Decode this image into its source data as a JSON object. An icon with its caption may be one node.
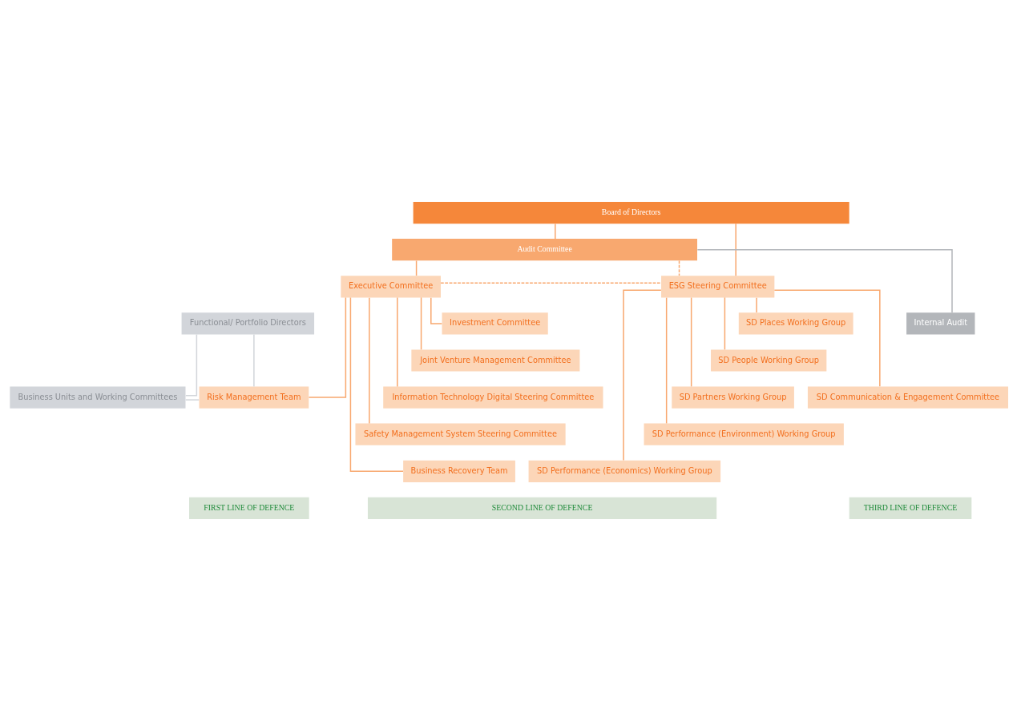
{
  "diagram": {
    "nodes": [
      {
        "text": [
          "Board of Directors"
        ]
      },
      {
        "text": [
          "Audit Committee"
        ]
      },
      {
        "text": [
          "Executive Committee"
        ]
      },
      {
        "text": [
          "ESG Steering Committee"
        ]
      },
      {
        "text": [
          "Functional/ Portfolio Directors"
        ]
      },
      {
        "text": [
          "Business Units and Working Committees"
        ]
      },
      {
        "text": [
          "Risk Management Team"
        ]
      },
      {
        "text": [
          "Investment Committee"
        ]
      },
      {
        "text": [
          "Joint Venture Management Committee"
        ]
      },
      {
        "text": [
          "Information Technology Digital Steering Committee"
        ]
      },
      {
        "text": [
          "Safety Management System Steering Committee"
        ]
      },
      {
        "text": [
          "Business Recovery Team"
        ]
      },
      {
        "text": [
          "SD Communication & Engagement Committee"
        ]
      },
      {
        "text": [
          "SD Places Working Group"
        ]
      },
      {
        "text": [
          "SD People Working Group"
        ]
      },
      {
        "text": [
          "SD Partners Working Group"
        ]
      },
      {
        "text": [
          "SD Performance (Environment) Working Group"
        ]
      },
      {
        "text": [
          "SD Performance (Economics) Working Group"
        ]
      },
      {
        "text": [
          "Internal Audit"
        ]
      },
      {
        "text": [
          "FIRST LINE OF DEFENCE"
        ]
      },
      {
        "text": [
          "SECOND LINE OF DEFENCE"
        ]
      },
      {
        "text": [
          "THIRD LINE OF DEFENCE"
        ]
      }
    ],
    "edges": [
      {
        "from": 0,
        "to": 1,
        "arrow": "none"
      },
      {
        "from": 0,
        "to": 3,
        "arrow": "none"
      },
      {
        "from": 1,
        "to": 2,
        "arrow": "none"
      },
      {
        "from": 1,
        "to": 3,
        "arrow": "none",
        "style": "dashed"
      },
      {
        "from": 2,
        "to": 3,
        "arrow": "none",
        "style": "dashed"
      },
      {
        "from": 1,
        "to": 18,
        "arrow": "none",
        "color": "#b3b6ba"
      },
      {
        "from": 4,
        "to": 5,
        "arrow": "none",
        "color": "#d2d5da"
      },
      {
        "from": 4,
        "to": 6,
        "arrow": "none",
        "color": "#d2d5da"
      },
      {
        "from": 5,
        "to": 6,
        "arrow": "none",
        "color": "#d2d5da"
      },
      {
        "from": 2,
        "to": 6,
        "arrow": "none"
      },
      {
        "from": 2,
        "to": 7,
        "arrow": "none"
      },
      {
        "from": 2,
        "to": 8,
        "arrow": "none"
      },
      {
        "from": 2,
        "to": 9,
        "arrow": "none"
      },
      {
        "from": 2,
        "to": 10,
        "arrow": "none"
      },
      {
        "from": 2,
        "to": 11,
        "arrow": "none"
      },
      {
        "from": 3,
        "to": 12,
        "arrow": "none"
      },
      {
        "from": 3,
        "to": 13,
        "arrow": "none"
      },
      {
        "from": 3,
        "to": 14,
        "arrow": "none"
      },
      {
        "from": 3,
        "to": 15,
        "arrow": "none"
      },
      {
        "from": 3,
        "to": 16,
        "arrow": "none"
      },
      {
        "from": 3,
        "to": 17,
        "arrow": "none"
      }
    ]
  }
}
